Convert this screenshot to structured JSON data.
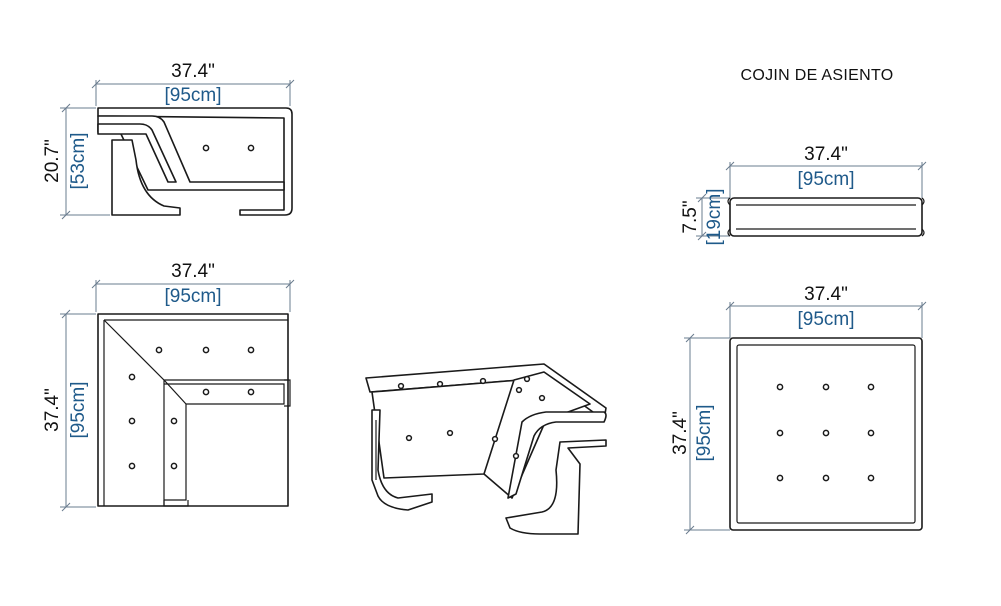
{
  "colors": {
    "metric": "#1f5a8a",
    "line": "#1a1a1a",
    "dimension": "#6a7c8f"
  },
  "side_view": {
    "width_in": "37.4\"",
    "width_cm": "[95cm]",
    "height_in": "20.7\"",
    "height_cm": "[53cm]"
  },
  "top_view": {
    "width_in": "37.4\"",
    "width_cm": "[95cm]",
    "depth_in": "37.4\"",
    "depth_cm": "[95cm]"
  },
  "cushion": {
    "title": "COJIN DE ASIENTO",
    "side": {
      "width_in": "37.4\"",
      "width_cm": "[95cm]",
      "height_in": "7.5\"",
      "height_cm": "[19cm]"
    },
    "top": {
      "width_in": "37.4\"",
      "width_cm": "[95cm]",
      "depth_in": "37.4\"",
      "depth_cm": "[95cm]"
    }
  }
}
